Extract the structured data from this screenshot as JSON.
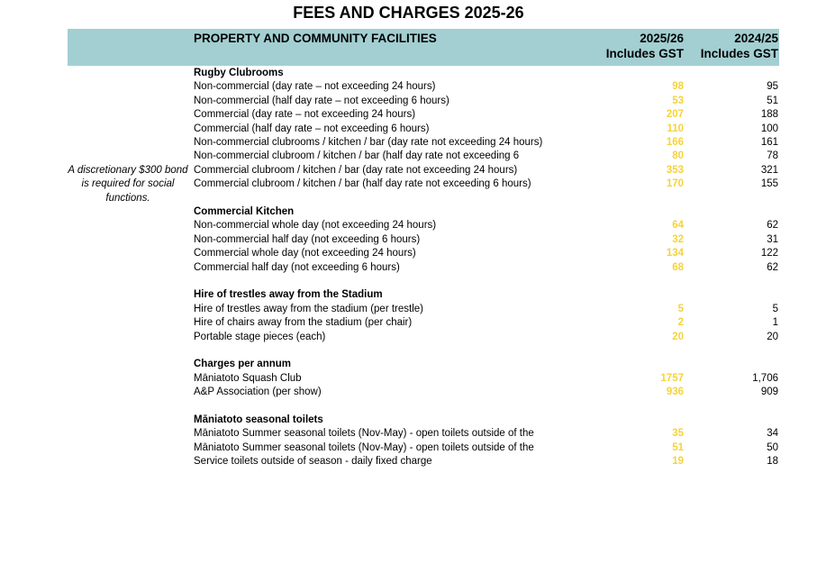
{
  "page_title": "FEES AND CHARGES 2025-26",
  "header": {
    "section": "PROPERTY AND COMMUNITY FACILITIES",
    "current_year": "2025/26",
    "current_sub": "Includes GST",
    "previous_year": "2024/25",
    "previous_sub": "Includes GST"
  },
  "bond_note": "A discretionary $300 bond is required for social functions.",
  "colors": {
    "header_band": "#a3cfd2",
    "current_value": "#f5d33a"
  },
  "rows": [
    {
      "type": "heading",
      "label": "Rugby Clubrooms"
    },
    {
      "type": "item",
      "label": "Non-commercial (day rate – not exceeding 24 hours)",
      "current": "98",
      "previous": "95"
    },
    {
      "type": "item",
      "label": "Non-commercial (half day rate – not exceeding 6 hours)",
      "current": "53",
      "previous": "51"
    },
    {
      "type": "item",
      "label": "Commercial (day rate – not exceeding 24 hours)",
      "current": "207",
      "previous": "188"
    },
    {
      "type": "item",
      "label": "Commercial (half day rate – not exceeding 6 hours)",
      "current": "110",
      "previous": "100"
    },
    {
      "type": "item",
      "label": "Non-commercial clubrooms / kitchen / bar (day rate not exceeding 24 hours)",
      "current": "166",
      "previous": "161"
    },
    {
      "type": "item",
      "label": "Non-commercial clubroom / kitchen / bar (half day rate not exceeding 6",
      "current": "80",
      "previous": "78"
    },
    {
      "type": "item",
      "label": "Commercial  clubroom / kitchen / bar (day rate not exceeding 24 hours)",
      "current": "353",
      "previous": "321"
    },
    {
      "type": "item",
      "label": "Commercial clubroom / kitchen / bar (half day rate not exceeding 6 hours)",
      "current": "170",
      "previous": "155"
    },
    {
      "type": "heading",
      "label": "Commercial Kitchen",
      "gap": true
    },
    {
      "type": "item",
      "label": "Non-commercial whole day (not exceeding 24 hours)",
      "current": "64",
      "previous": "62"
    },
    {
      "type": "item",
      "label": "Non-commercial  half day (not exceeding 6 hours)",
      "current": "32",
      "previous": "31"
    },
    {
      "type": "item",
      "label": "Commercial whole day (not exceeding 24 hours)",
      "current": "134",
      "previous": "122"
    },
    {
      "type": "item",
      "label": "Commercial  half day (not exceeding 6 hours)",
      "current": "68",
      "previous": "62"
    },
    {
      "type": "heading",
      "label": "Hire of trestles away from the Stadium",
      "gap": true
    },
    {
      "type": "item",
      "label": "Hire of trestles away from the stadium (per trestle)",
      "current": "5",
      "previous": "5"
    },
    {
      "type": "item",
      "label": "Hire of chairs away from the stadium (per chair)",
      "current": "2",
      "previous": "1"
    },
    {
      "type": "item",
      "label": "Portable stage pieces (each)",
      "current": "20",
      "previous": "20"
    },
    {
      "type": "heading",
      "label": "Charges per annum",
      "gap": true
    },
    {
      "type": "item",
      "label": "Māniatoto Squash Club",
      "current": "1757",
      "previous": "1,706"
    },
    {
      "type": "item",
      "label": "A&P Association (per show)",
      "current": "936",
      "previous": "909"
    },
    {
      "type": "heading",
      "label": "Māniatoto seasonal toilets",
      "gap": true
    },
    {
      "type": "item",
      "label": "Māniatoto Summer seasonal toilets (Nov-May) - open toilets outside of the",
      "current": "35",
      "previous": "34"
    },
    {
      "type": "item",
      "label": "Māniatoto Summer seasonal toilets (Nov-May) - open toilets outside of the",
      "current": "51",
      "previous": "50"
    },
    {
      "type": "item",
      "label": "Service toilets outside of season - daily fixed charge",
      "current": "19",
      "previous": "18"
    }
  ]
}
